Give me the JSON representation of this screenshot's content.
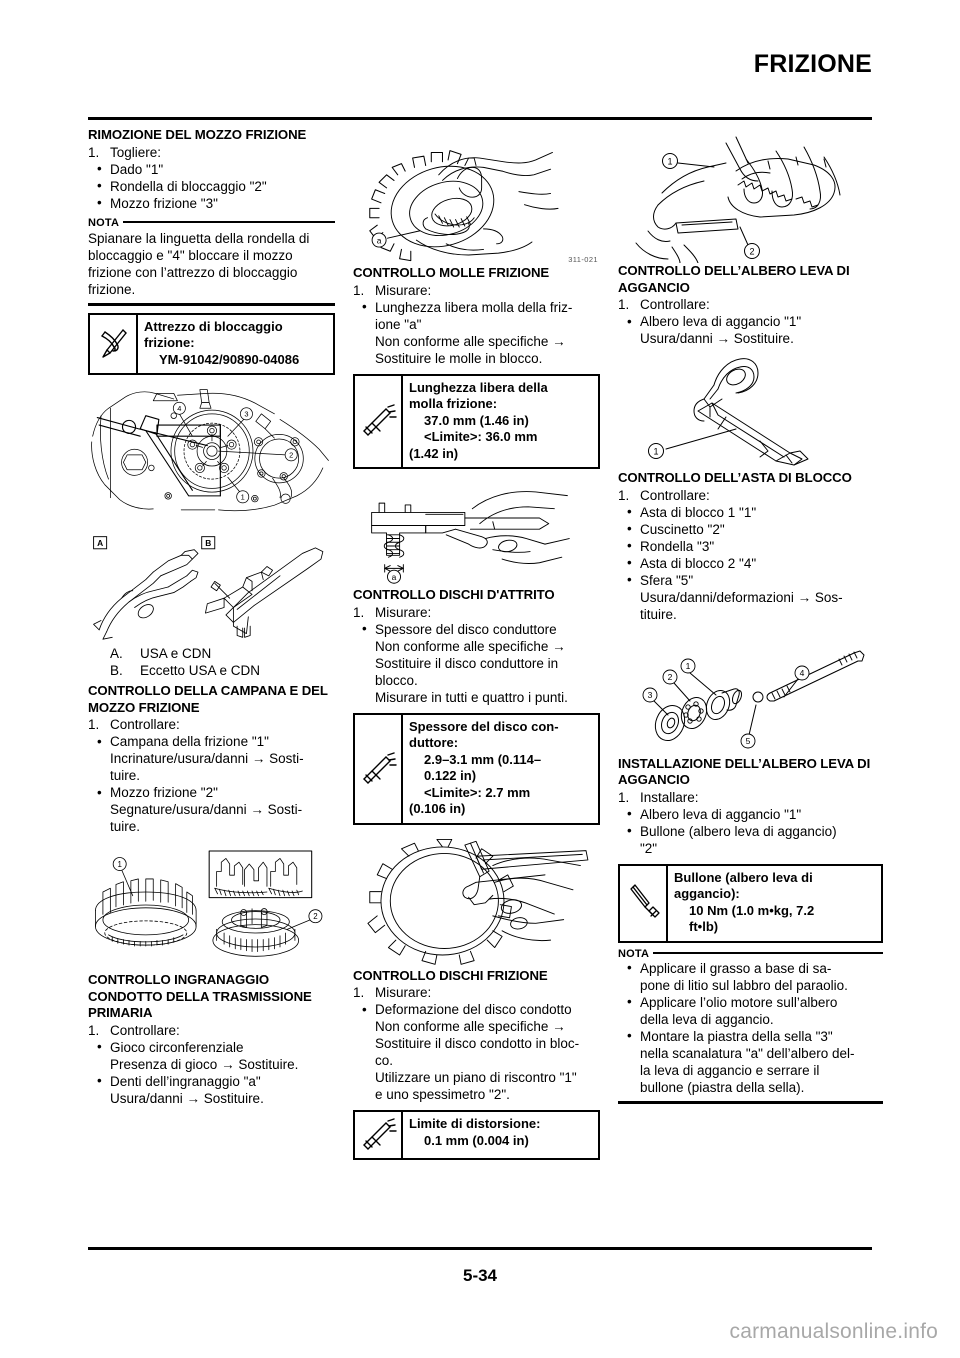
{
  "header": {
    "chapter_title": "FRIZIONE"
  },
  "footer": {
    "page_number": "5-34",
    "watermark": "carmanualsonline.info"
  },
  "col1": {
    "s1": {
      "title": "RIMOZIONE DEL MOZZO FRIZIONE",
      "step_num": "1.",
      "step_label": "Togliere:",
      "bullets": [
        "Dado \"1\"",
        "Rondella di bloccaggio \"2\"",
        "Mozzo frizione \"3\""
      ],
      "nota_label": "NOTA",
      "nota_text": "Spianare la linguetta della rondella di bloccaggio e \"4\" bloccare il mozzo frizione con l’attrezzo di bloccaggio frizione.",
      "tool_box": {
        "icon": "clutch-holder-tool-icon",
        "line1": "Attrezzo di bloccaggio",
        "line2": "frizione:",
        "line3": "YM-91042/90890-04086"
      }
    },
    "fig_engine": {
      "name": "engine-clutch-holder-figure",
      "callouts": [
        "1",
        "2",
        "3",
        "4"
      ]
    },
    "fig_tools": {
      "name": "holder-tools-figure",
      "labels": [
        "A",
        "B"
      ]
    },
    "ab_legend": [
      {
        "k": "A.",
        "v": "USA e CDN"
      },
      {
        "k": "B.",
        "v": "Eccetto USA e CDN"
      }
    ],
    "s2": {
      "title": "CONTROLLO DELLA CAMPANA E DEL MOZZO FRIZIONE",
      "step_num": "1.",
      "step_label": "Controllare:",
      "bullets": [
        "Campana della frizione \"1\"",
        "Incrinature/usura/danni → Sosti-",
        "tuire.",
        "Mozzo frizione \"2\"",
        "Segnature/usura/danni → Sosti-",
        "tuire."
      ]
    },
    "fig_housing": {
      "name": "clutch-housing-boss-figure",
      "callouts": [
        "1",
        "2"
      ]
    },
    "s3": {
      "title": "CONTROLLO INGRANAGGIO CONDOTTO DELLA TRASMISSIONE PRIMARIA",
      "step_num": "1.",
      "step_label": "Controllare:",
      "bullets": [
        "Gioco circonferenziale",
        "Presenza di gioco → Sostituire.",
        "Denti dell’ingranaggio \"a\"",
        "Usura/danni → Sostituire."
      ]
    }
  },
  "col2": {
    "fig_hand_plate": {
      "name": "clutch-boss-hands-figure",
      "callouts": [
        "a"
      ],
      "code": "311-021"
    },
    "s1": {
      "title": "CONTROLLO MOLLE FRIZIONE",
      "step_num": "1.",
      "step_label": "Misurare:",
      "bullets": [
        "Lunghezza libera molla della friz-",
        "ione \"a\"",
        "Non conforme alle specifiche →",
        "Sostituire le molle in blocco."
      ],
      "spec_box": {
        "icon": "caliper-icon",
        "line1": "Lunghezza libera della",
        "line2": "molla frizione:",
        "line3": "37.0 mm (1.46 in)",
        "line4": "<Limite>: 36.0 mm",
        "line5": "(1.42 in)"
      }
    },
    "fig_spring": {
      "name": "spring-measure-figure",
      "callouts": [
        "a"
      ]
    },
    "s2": {
      "title": "CONTROLLO DISCHI D'ATTRITO",
      "step_num": "1.",
      "step_label": "Misurare:",
      "bullets": [
        "Spessore del disco conduttore",
        "Non conforme alle specifiche →",
        "Sostituire il disco conduttore in",
        "blocco.",
        "Misurare in tutti e quattro i punti."
      ],
      "spec_box": {
        "icon": "caliper-icon",
        "line1": "Spessore del disco con-",
        "line2": "duttore:",
        "line3": "2.9–3.1 mm (0.114–",
        "line4": "0.122 in)",
        "line5": "<Limite>: 2.7 mm",
        "line6": "(0.106 in)"
      }
    },
    "fig_disc": {
      "name": "friction-plate-measure-figure"
    },
    "s3": {
      "title": "CONTROLLO DISCHI FRIZIONE",
      "step_num": "1.",
      "step_label": "Misurare:",
      "bullets": [
        "Deformazione del disco condotto",
        "Non conforme alle specifiche →",
        "Sostituire il disco condotto in bloc-",
        "co.",
        "Utilizzare un piano di riscontro \"1\"",
        "e uno spessimetro \"2\"."
      ],
      "spec_box": {
        "icon": "caliper-icon",
        "line1": "Limite di distorsione:",
        "line2": "0.1 mm (0.004 in)"
      }
    }
  },
  "col3": {
    "fig_lever_hands": {
      "name": "push-lever-shaft-hands-figure",
      "callouts": [
        "1",
        "2"
      ]
    },
    "s1": {
      "title": "CONTROLLO DELL’ALBERO LEVA DI AGGANCIO",
      "step_num": "1.",
      "step_label": "Controllare:",
      "bullets": [
        "Albero leva di aggancio \"1\"",
        "Usura/danni → Sostituire."
      ]
    },
    "fig_shaft": {
      "name": "push-lever-shaft-figure",
      "callouts": [
        "1"
      ]
    },
    "s2": {
      "title": "CONTROLLO DELL’ASTA DI BLOCCO",
      "step_num": "1.",
      "step_label": "Controllare:",
      "bullets": [
        "Asta di blocco 1 \"1\"",
        "Cuscinetto \"2\"",
        "Rondella \"3\"",
        "Asta di blocco 2 \"4\"",
        "Sfera \"5\"",
        "Usura/danni/deformazioni → Sos-",
        "tituire."
      ]
    },
    "fig_pushrod": {
      "name": "push-rod-assembly-figure",
      "callouts": [
        "1",
        "2",
        "3",
        "4",
        "5"
      ]
    },
    "s3": {
      "title": "INSTALLAZIONE DELL’ALBERO LEVA DI AGGANCIO",
      "step_num": "1.",
      "step_label": "Installare:",
      "bullets": [
        "Albero leva di aggancio \"1\"",
        "Bullone (albero leva di aggancio)",
        "\"2\""
      ],
      "spec_box": {
        "icon": "torque-wrench-icon",
        "line1": "Bullone (albero leva di",
        "line2": "aggancio):",
        "line3": "10 Nm (1.0 m•kg, 7.2",
        "line4": "ft•lb)"
      }
    },
    "nota": {
      "label": "NOTA",
      "items": [
        "Applicare il grasso a base di sa-",
        "pone di litio sul labbro del paraolio.",
        "Applicare l’olio motore sull’albero",
        "della leva di aggancio.",
        "Montare la piastra della sella \"3\"",
        "nella scanalatura \"a\" dell’albero del-",
        "la leva di aggancio e serrare il",
        "bullone (piastra della sella)."
      ]
    }
  }
}
